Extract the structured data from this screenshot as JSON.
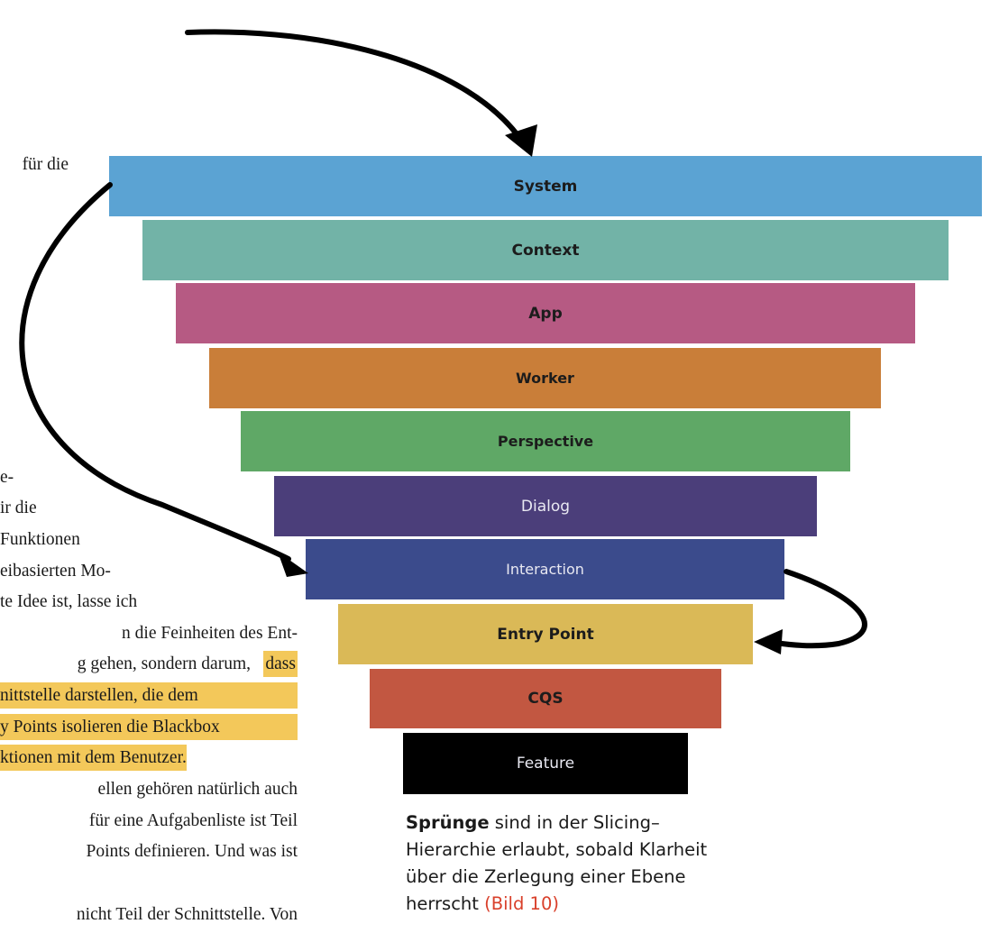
{
  "body_text": {
    "lines": [
      "für die",
      "e-",
      "ir die",
      "Funktionen",
      "eibasierten Mo-",
      "te Idee ist, lasse ich",
      "n die Feinheiten des Ent-",
      "g gehen, sondern darum,",
      "dass",
      "nittstelle darstellen, die dem",
      "y Points isolieren die Blackbox",
      "ktionen mit dem Benutzer.",
      "ellen gehören natürlich auch",
      "für eine Aufgabenliste ist Teil",
      "Points definieren. Und was ist",
      "nicht Teil der Schnittstelle. Von"
    ]
  },
  "diagram": {
    "layers": [
      {
        "label": "System",
        "color": "#5ba3d3"
      },
      {
        "label": "Context",
        "color": "#72b3a7"
      },
      {
        "label": "App",
        "color": "#b65a83"
      },
      {
        "label": "Worker",
        "color": "#c97e39"
      },
      {
        "label": "Perspective",
        "color": "#5fa866"
      },
      {
        "label": "Dialog",
        "color": "#4b3e7a"
      },
      {
        "label": "Interaction",
        "color": "#3b4b8c"
      },
      {
        "label": "Entry Point",
        "color": "#dab957"
      },
      {
        "label": "CQS",
        "color": "#c25741"
      },
      {
        "label": "Feature",
        "color": "#000000"
      }
    ]
  },
  "caption": {
    "bold": "Sprünge",
    "text": " sind in der Slicing–Hierarchie erlaubt, sobald Klarheit über die Zerlegung einer Ebene herrscht ",
    "ref": "(Bild 10)"
  },
  "colors": {
    "highlight": "#f3c85a",
    "caption_ref": "#d9402b"
  }
}
